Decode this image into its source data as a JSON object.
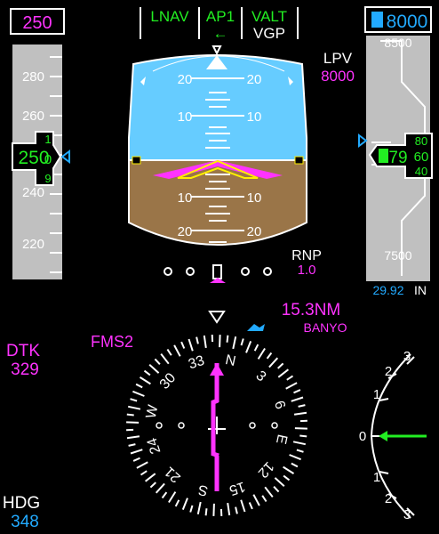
{
  "colors": {
    "magenta": "#ff33ff",
    "green": "#22ee22",
    "cyan": "#22aaff",
    "white": "#ffffff",
    "sky": "#66ccff",
    "ground": "#9a7548",
    "tape_bg": "#c0c0c0",
    "yellow": "#ffee00"
  },
  "speed": {
    "selected": "250",
    "current": "250",
    "bug_digits": [
      "1",
      "0",
      "9"
    ],
    "ticks": [
      "280",
      "260",
      "240",
      "220"
    ]
  },
  "fma": {
    "lateral": "LNAV",
    "autopilot": "AP1",
    "vertical": "VALT",
    "armed_vertical": "VGP",
    "arrow": "←"
  },
  "attitude": {
    "pitch_labels_up": [
      "20",
      "10"
    ],
    "pitch_labels_down": [
      "10",
      "20"
    ]
  },
  "approach": {
    "mode": "LPV",
    "minimums": "8000",
    "rnp_label": "RNP",
    "rnp_value": "1.0"
  },
  "altitude": {
    "selected": "8000",
    "current_major": "79",
    "current_rollers": [
      "80",
      "60",
      "40"
    ],
    "ticks": [
      "8500",
      "7500"
    ],
    "baro": "29.92",
    "baro_unit": "IN"
  },
  "nav": {
    "source": "FMS2",
    "distance": "15.3NM",
    "waypoint": "BANYO",
    "dtk_label": "DTK",
    "dtk_value": "329",
    "hdg_label": "HDG",
    "hdg_value": "348",
    "heading": 348,
    "compass_labels": [
      "N",
      "3",
      "6",
      "E",
      "12",
      "15",
      "S",
      "21",
      "24",
      "W",
      "30",
      "33"
    ]
  },
  "vsi": {
    "labels": [
      "3",
      "2",
      "1",
      "0",
      "1",
      "2",
      "3"
    ]
  }
}
